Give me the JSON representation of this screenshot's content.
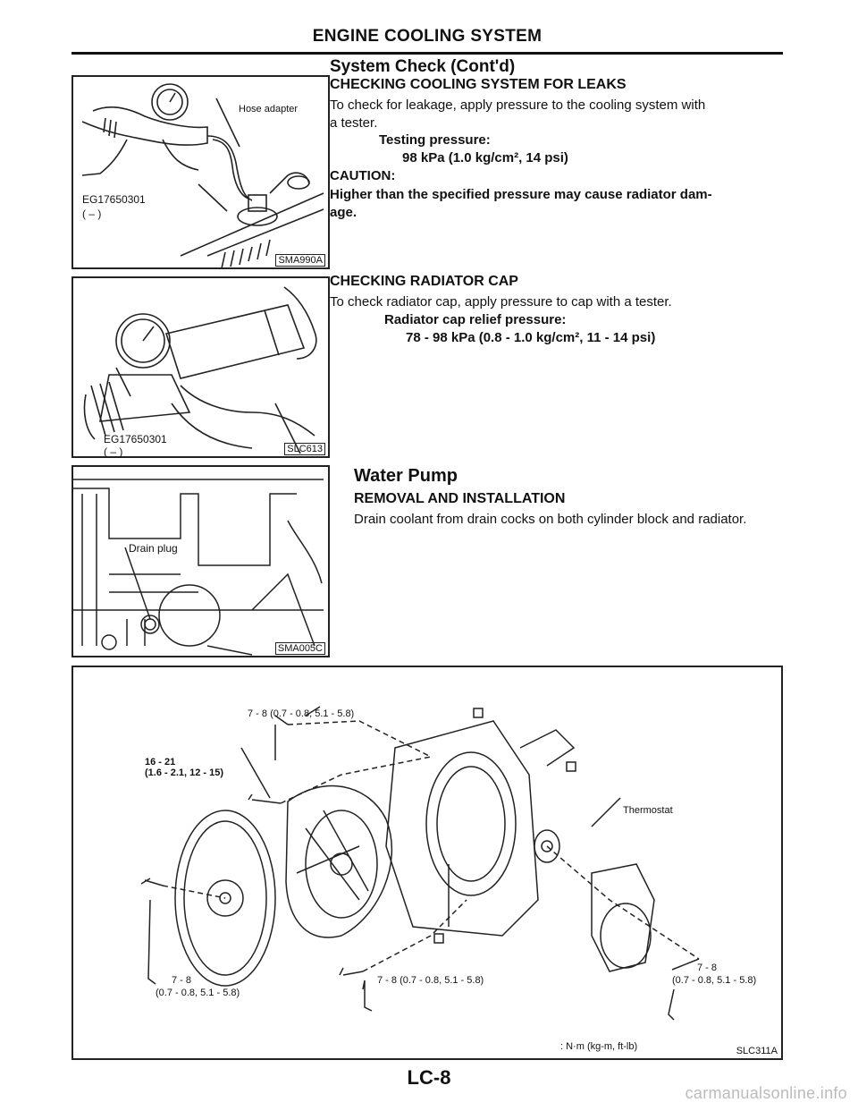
{
  "header": {
    "title": "ENGINE COOLING SYSTEM"
  },
  "section1": {
    "title": "System Check (Cont'd)",
    "leaks": {
      "heading": "CHECKING COOLING SYSTEM FOR LEAKS",
      "line1": "To check for leakage, apply pressure to the cooling system with",
      "line2": "a tester.",
      "pressure_label": "Testing pressure:",
      "pressure_value": "98 kPa (1.0 kg/cm², 14 psi)",
      "caution_label": "CAUTION:",
      "caution_line1": "Higher than the specified pressure may cause radiator dam-",
      "caution_line2": "age."
    },
    "cap": {
      "heading": "CHECKING RADIATOR CAP",
      "line1": "To check radiator cap, apply pressure to cap with a tester.",
      "relief_label": "Radiator cap relief pressure:",
      "relief_value": "78 - 98 kPa (0.8 - 1.0 kg/cm², 11 - 14 psi)"
    }
  },
  "section2": {
    "title": "Water Pump",
    "heading": "REMOVAL AND INSTALLATION",
    "line1": "Drain coolant from drain cocks on both cylinder block and radiator."
  },
  "figures": {
    "fig1": {
      "label_adapter": "Hose adapter",
      "tool": "EG17650301",
      "tool_sub": "(  –  )",
      "code": "SMA990A"
    },
    "fig2": {
      "tool": "EG17650301",
      "tool_sub": "(  –  )",
      "code": "SLC613"
    },
    "fig3": {
      "label_drain": "Drain plug",
      "code": "SMA005C"
    },
    "fig4": {
      "torque_top": "7 - 8 (0.7 - 0.8, 5.1 - 5.8)",
      "torque_left_1": "16 - 21",
      "torque_left_2": "(1.6 - 2.1, 12 - 15)",
      "label_thermostat": "Thermostat",
      "torque_bl_1": "7 - 8",
      "torque_bl_2": "(0.7 - 0.8, 5.1 - 5.8)",
      "torque_bm": "7 - 8 (0.7 - 0.8, 5.1 - 5.8)",
      "torque_br_1": "7 - 8",
      "torque_br_2": "(0.7 - 0.8, 5.1 - 5.8)",
      "legend": ": N·m (kg-m, ft-lb)",
      "code": "SLC311A"
    }
  },
  "footer": {
    "page": "LC-8"
  },
  "watermark": "carmanualsonline.info"
}
